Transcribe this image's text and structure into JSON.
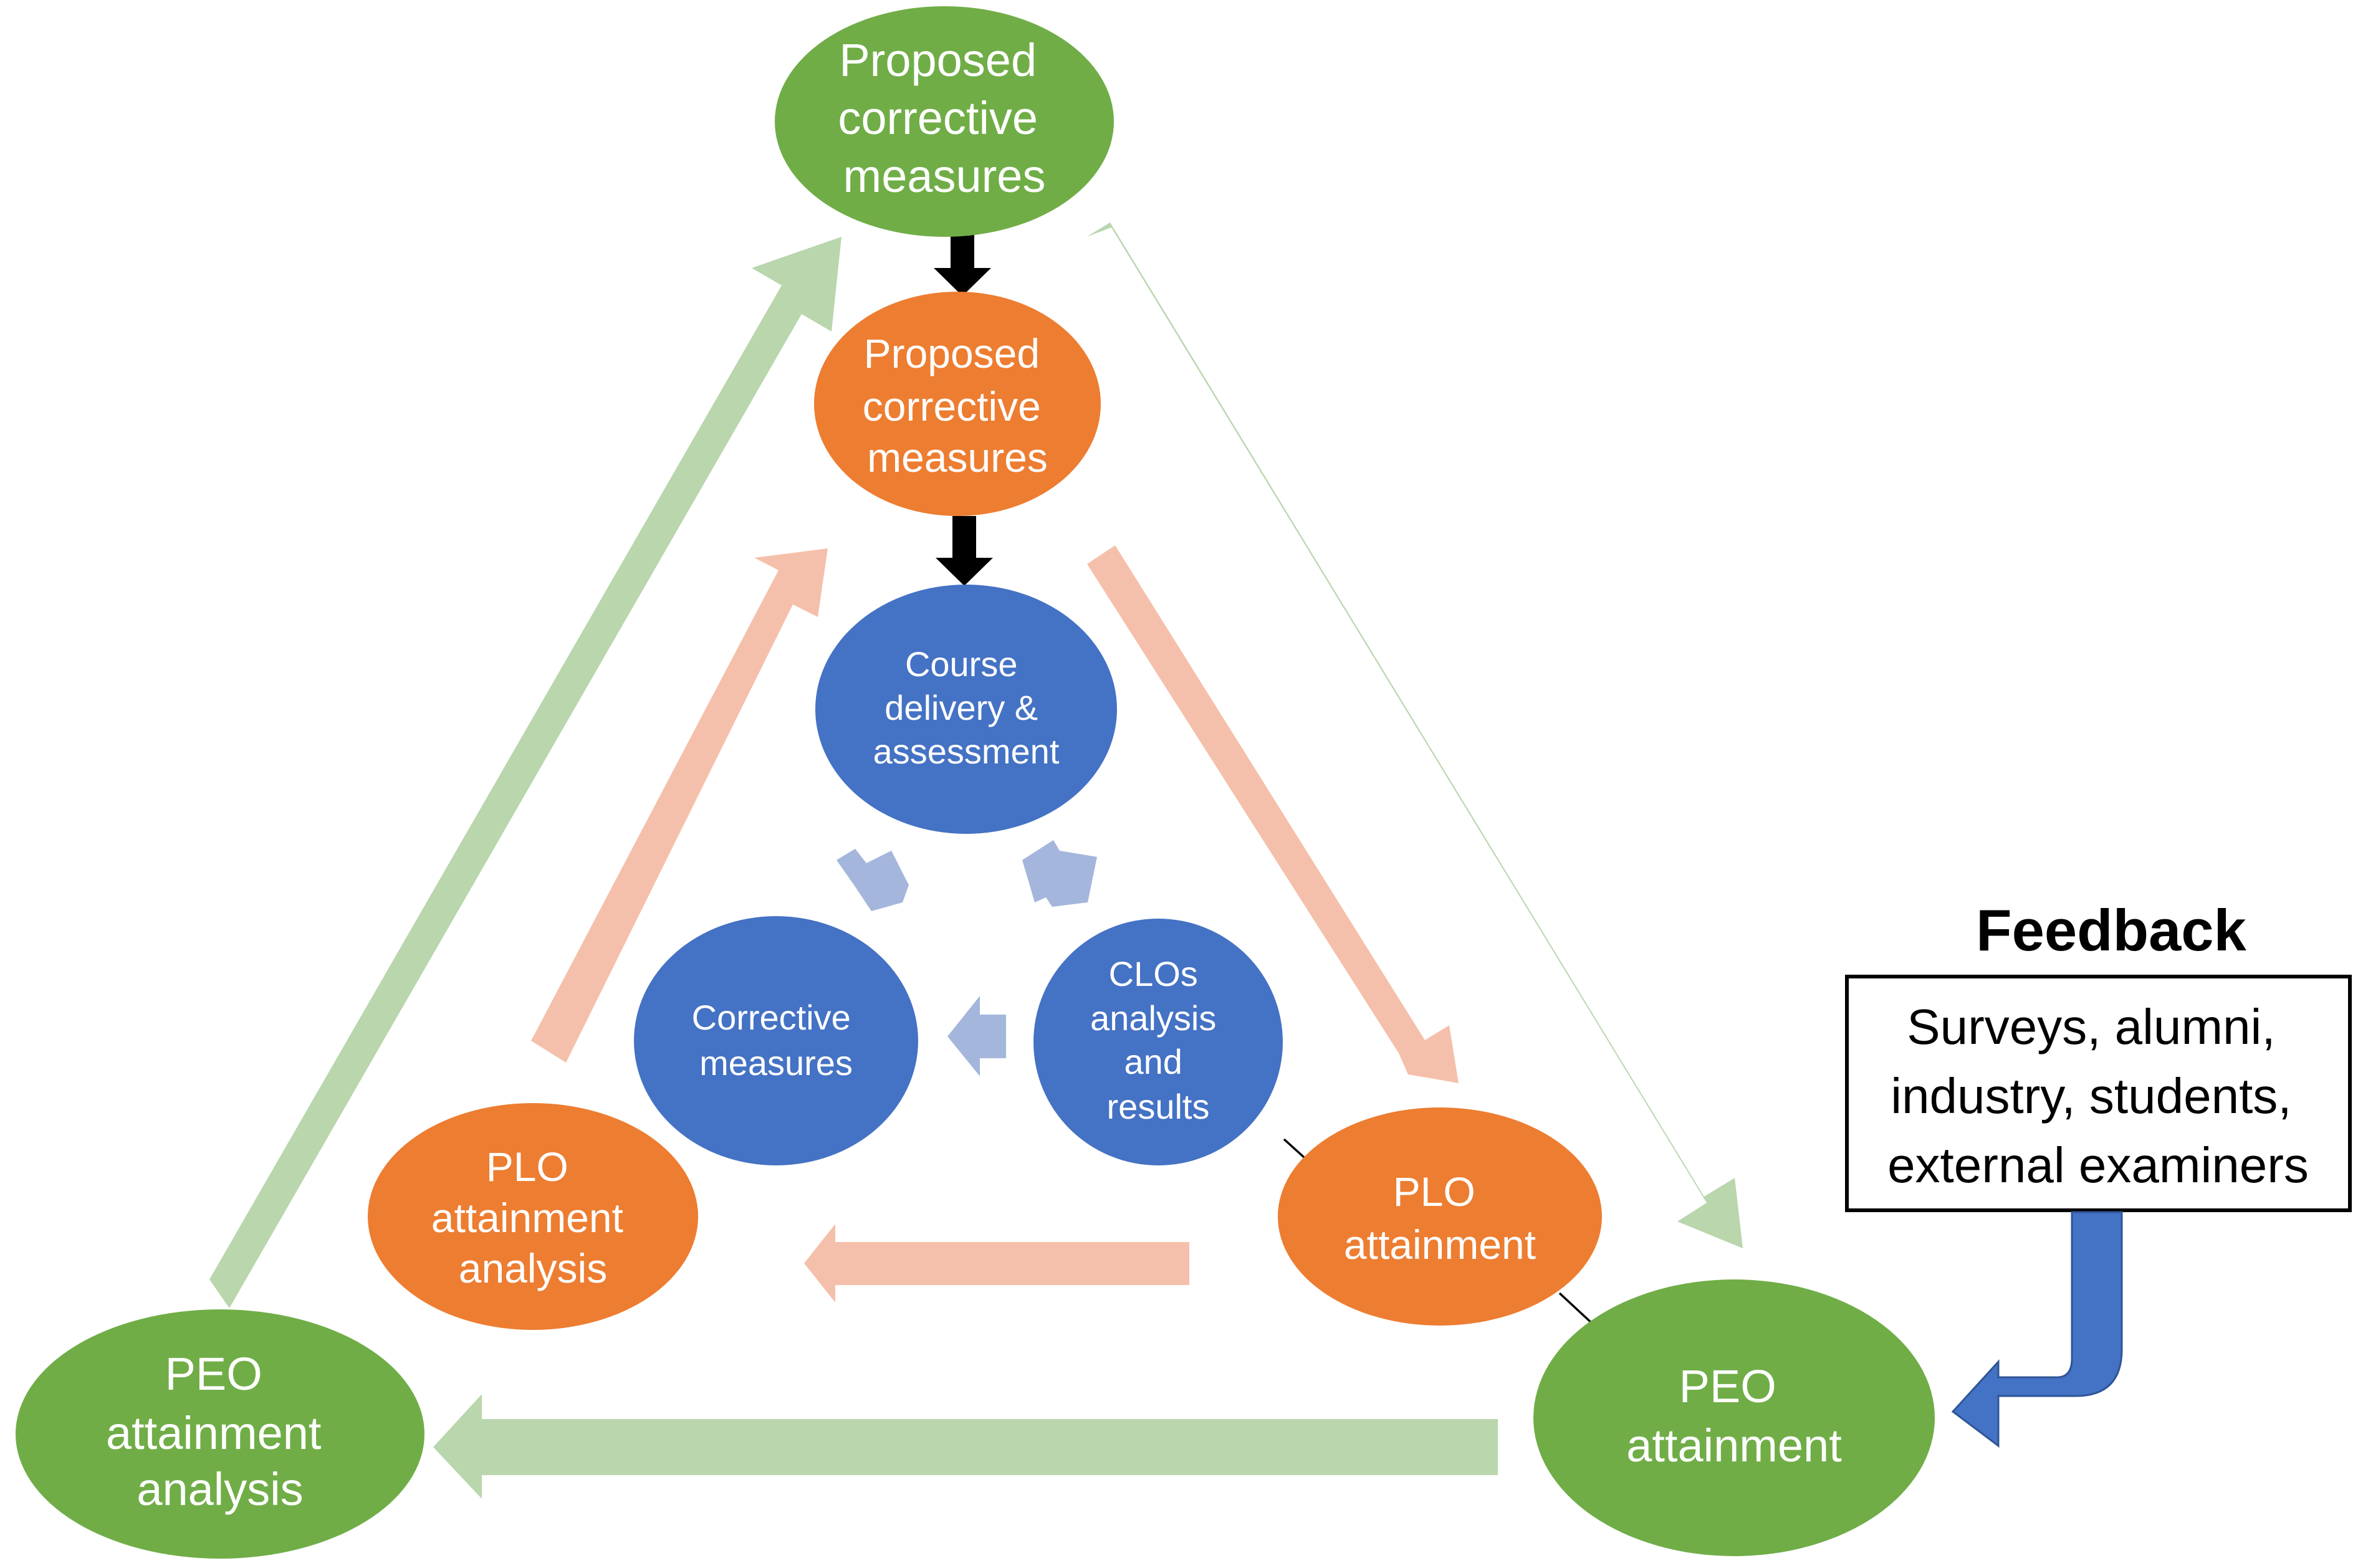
{
  "colors": {
    "green_node": "#70ad47",
    "orange_node": "#ed7d31",
    "blue_node": "#4472c4",
    "green_arrow": "#b9d6ad",
    "orange_arrow": "#f5c0ab",
    "blue_arrow": "#a4b6dc",
    "feedback_arrow": "#4472c4",
    "black": "#000000"
  },
  "nodes": {
    "top_green": {
      "lines": [
        "Proposed",
        "corrective",
        "measures"
      ]
    },
    "top_orange": {
      "lines": [
        "Proposed",
        "corrective",
        "measures"
      ]
    },
    "course": {
      "lines": [
        "Course",
        "delivery &",
        "assessment"
      ]
    },
    "corrective": {
      "lines": [
        "Corrective",
        "measures"
      ]
    },
    "clos": {
      "lines": [
        "CLOs",
        "analysis",
        "and",
        "results"
      ]
    },
    "plo_analysis": {
      "lines": [
        "PLO",
        "attainment",
        "analysis"
      ]
    },
    "plo_attainment": {
      "lines": [
        "PLO",
        "attainment"
      ]
    },
    "peo_analysis": {
      "lines": [
        "PEO",
        "attainment",
        "analysis"
      ]
    },
    "peo_attainment": {
      "lines": [
        "PEO",
        "attainment"
      ]
    }
  },
  "feedback": {
    "title": "Feedback",
    "lines": [
      "Surveys, alumni,",
      "industry, students,",
      "external examiners"
    ]
  }
}
